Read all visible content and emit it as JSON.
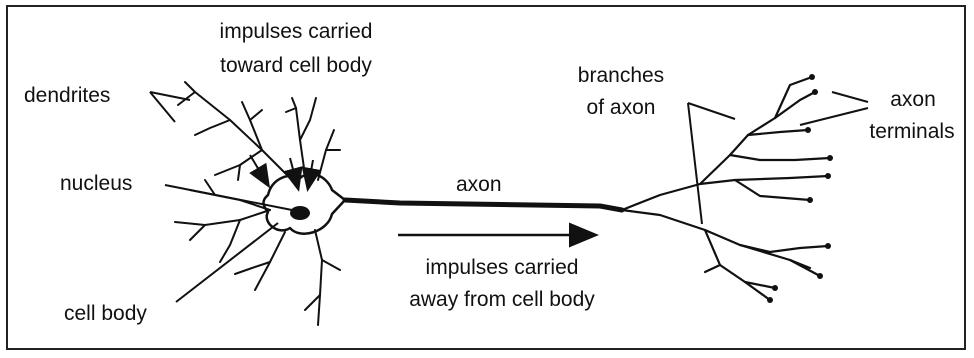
{
  "diagram": {
    "labels": {
      "dendrites": "dendrites",
      "impulses_toward_1": "impulses carried",
      "impulses_toward_2": "toward cell body",
      "nucleus": "nucleus",
      "cell_body": "cell body",
      "axon": "axon",
      "impulses_away_1": "impulses carried",
      "impulses_away_2": "away from cell body",
      "branches_1": "branches",
      "branches_2": "of axon",
      "terminals_1": "axon",
      "terminals_2": "terminals"
    }
  }
}
